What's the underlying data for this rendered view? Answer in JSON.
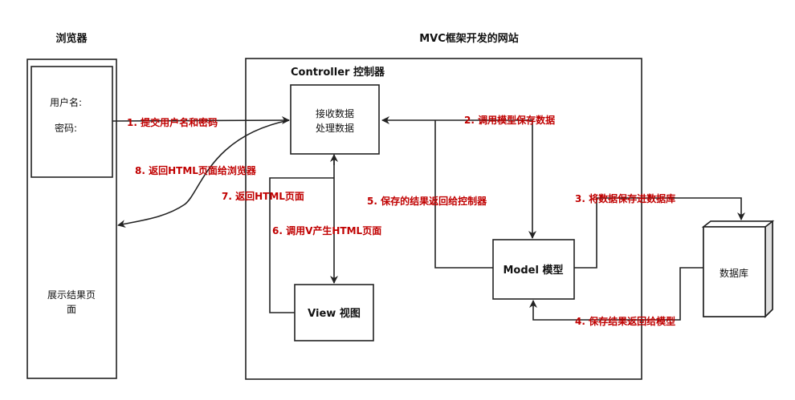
{
  "browser": {
    "title": "浏览器",
    "username_label": "用户名:",
    "password_label": "密码:",
    "result_line1": "展示结果页",
    "result_line2": "面"
  },
  "site": {
    "title": "MVC框架开发的网站",
    "controller_title": "Controller 控制器",
    "controller_line1": "接收数据",
    "controller_line2": "处理数据",
    "model_label": "Model 模型",
    "view_label": "View 视图"
  },
  "database": {
    "label": "数据库"
  },
  "steps": {
    "s1": "1. 提交用户名和密码",
    "s2": "2. 调用模型保存数据",
    "s3": "3. 将数据保存进数据库",
    "s4": "4. 保存结果返回给模型",
    "s5": "5. 保存的结果返回给控制器",
    "s6": "6. 调用V产生HTML页面",
    "s7": "7. 返回HTML页面",
    "s8": "8. 返回HTML页面给浏览器"
  }
}
